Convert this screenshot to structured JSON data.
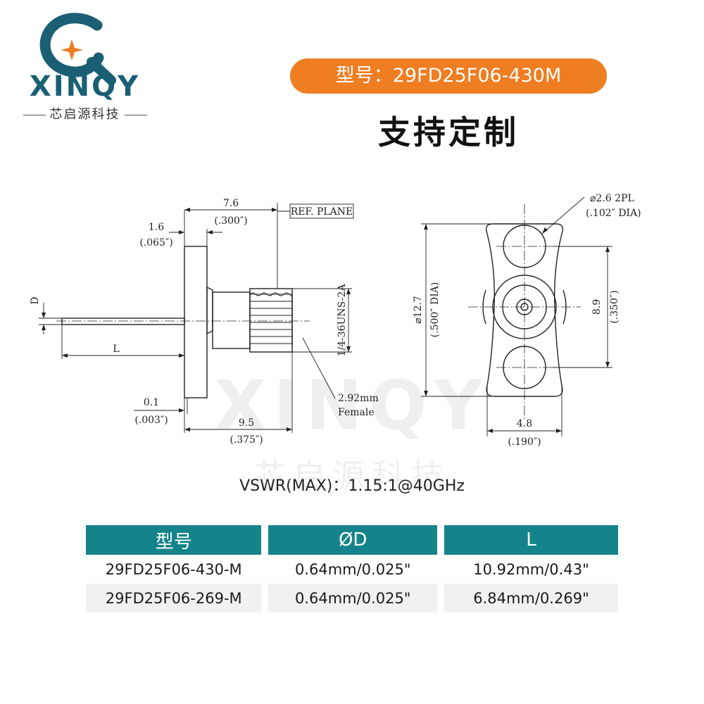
{
  "logo": {
    "word": "XINQY",
    "cn": "芯启源科技"
  },
  "header": {
    "model_label": "型号：29FD25F06-430M",
    "custom_title": "支持定制"
  },
  "drawing": {
    "side_view": {
      "dim_76": "7.6",
      "dim_76_in": "(.300″)",
      "dim_16": "1.6",
      "dim_16_in": "(.065″)",
      "ref_plane": "REF. PLANE",
      "dim_d": "D",
      "dim_l": "L",
      "thread": "1/4-36UNS-2A",
      "dim_01": "0.1",
      "dim_01_in": "(.003″)",
      "dim_95": "9.5",
      "dim_95_in": "(.375″)",
      "iface_mm": "2.92mm",
      "iface_type": "Female"
    },
    "front_view": {
      "hole_dia": "⌀2.6  2PL",
      "hole_dia_in": "(.102″  DIA)",
      "flange_dia": "⌀12.7",
      "flange_dia_in": "(.500″ DIA)",
      "dim_89": "8.9",
      "dim_89_in": "(.350″)",
      "dim_48": "4.8",
      "dim_48_in": "(.190″)"
    }
  },
  "watermark": {
    "word": "XINQY",
    "cn": "芯启源科技"
  },
  "vswr": "VSWR(MAX)：1.15:1@40GHz",
  "table": {
    "headers": [
      "型号",
      "ØD",
      "L"
    ],
    "rows": [
      [
        "29FD25F06-430-M",
        "0.64mm/0.025\"",
        "10.92mm/0.43\""
      ],
      [
        "29FD25F06-269-M",
        "0.64mm/0.025\"",
        "6.84mm/0.269\""
      ]
    ]
  },
  "colors": {
    "brand_teal": "#1a5f73",
    "accent_orange": "#ef7d22",
    "table_header": "#15848a"
  }
}
